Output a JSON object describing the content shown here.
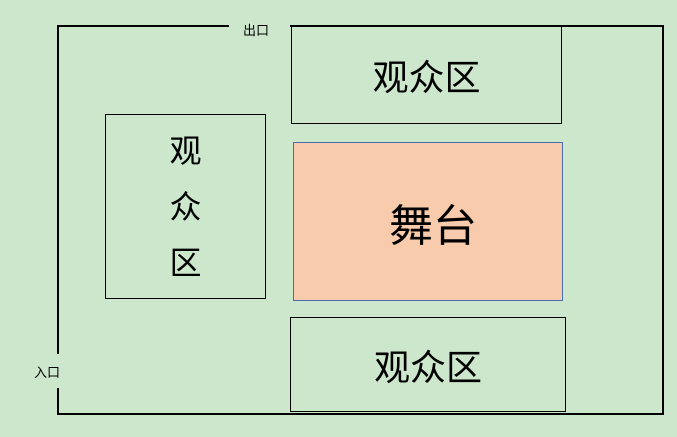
{
  "labels": {
    "exit": "出口",
    "entrance": "入口"
  },
  "areas": {
    "top_audience": "观众区",
    "left_audience": [
      "观",
      "众",
      "区"
    ],
    "stage": "舞台",
    "bottom_audience": "观众区"
  },
  "colors": {
    "background": "#cce7cc",
    "stage_fill": "#f8cbad"
  }
}
